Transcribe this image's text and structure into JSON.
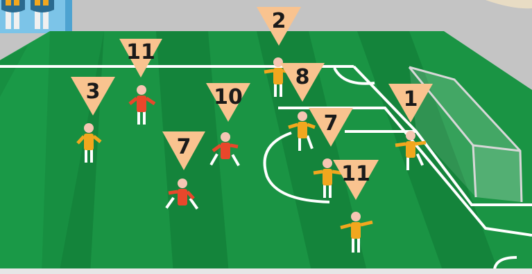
{
  "colors": {
    "grass_light": "#1e9e48",
    "grass_dark": "#157f38",
    "lines": "#ffffff",
    "team_yellow": "#f2a71e",
    "team_red": "#e8472b",
    "marker": "#f9c38f",
    "stands": "#bdbdbd"
  },
  "markers": [
    {
      "id": "yellow-3",
      "label": "3",
      "team": "yellow"
    },
    {
      "id": "red-11",
      "label": "11",
      "team": "red"
    },
    {
      "id": "yellow-2",
      "label": "2",
      "team": "yellow"
    },
    {
      "id": "red-10",
      "label": "10",
      "team": "red"
    },
    {
      "id": "yellow-8",
      "label": "8",
      "team": "yellow"
    },
    {
      "id": "red-7",
      "label": "7",
      "team": "red"
    },
    {
      "id": "yellow-7",
      "label": "7",
      "team": "yellow"
    },
    {
      "id": "yellow-1",
      "label": "1",
      "team": "yellow"
    },
    {
      "id": "yellow-11",
      "label": "11",
      "team": "yellow"
    }
  ]
}
